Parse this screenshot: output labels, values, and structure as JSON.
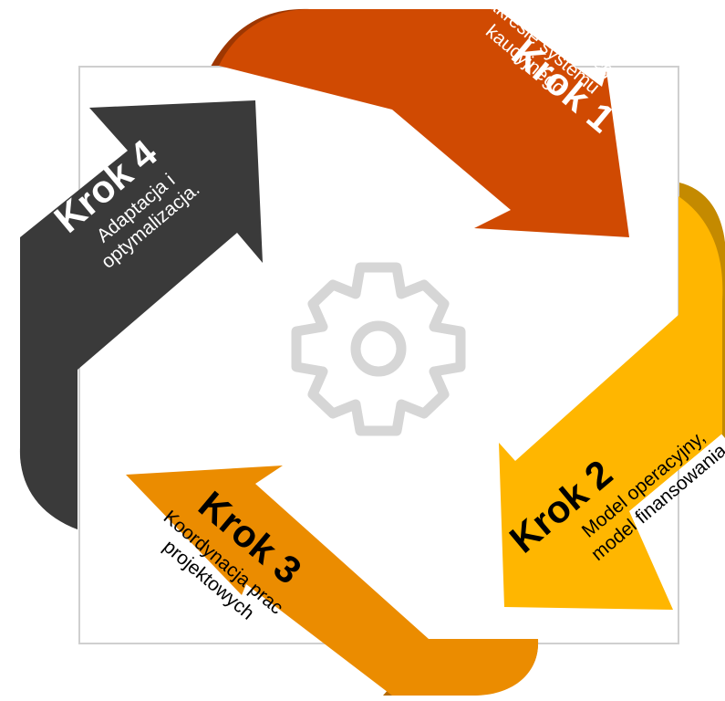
{
  "steps": [
    {
      "title": "Krok 1",
      "lines": [
        "Opracowanie strategii w",
        "zakresie systemu",
        "kaucyjnego"
      ],
      "color": "#D04A02",
      "shade": "#9E3702",
      "text_color": "#FFFFFF"
    },
    {
      "title": "Krok 2",
      "lines": [
        "Model operacyjny,",
        "model finansowania"
      ],
      "color": "#FFB600",
      "shade": "#C48A00",
      "text_color": "#000000"
    },
    {
      "title": "Krok 3",
      "lines": [
        "Koordynacja prac",
        "projektowych"
      ],
      "color": "#EB8C00",
      "shade": "#B56A00",
      "text_color": "#000000"
    },
    {
      "title": "Krok 4",
      "lines": [
        "Adaptacja i",
        "optymalizacja."
      ],
      "color": "#3A3A3A",
      "shade": "#6E6E6E",
      "text_color": "#FFFFFF"
    }
  ],
  "center_icon": "gear-icon",
  "colors": {
    "frame": "#CFCFCF",
    "gear": "#D6D6D6"
  }
}
